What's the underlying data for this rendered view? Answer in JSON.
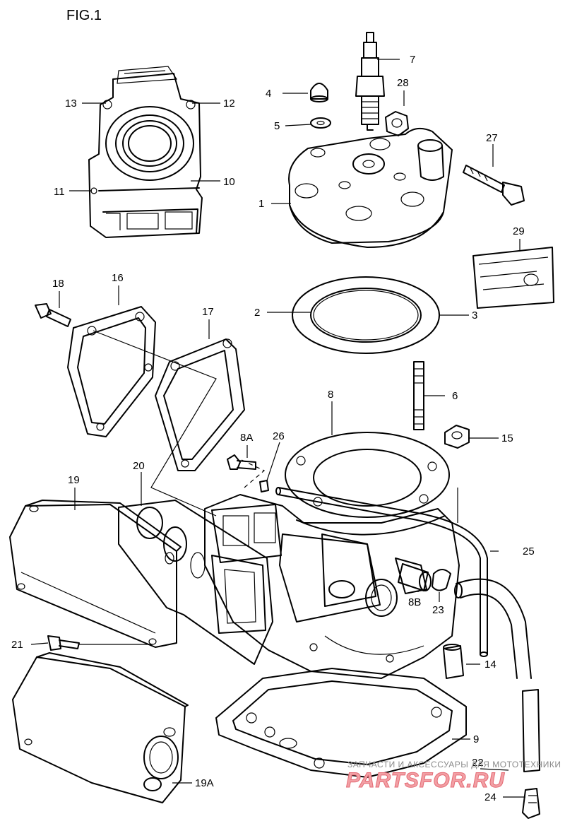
{
  "figure_title": "FIG.1",
  "labels": {
    "p1": "1",
    "p2": "2",
    "p3": "3",
    "p4": "4",
    "p5": "5",
    "p6": "6",
    "p7": "7",
    "p8": "8",
    "p8A": "8A",
    "p8B": "8B",
    "p9": "9",
    "p10": "10",
    "p11": "11",
    "p12": "12",
    "p13": "13",
    "p14": "14",
    "p15": "15",
    "p16": "16",
    "p17": "17",
    "p18": "18",
    "p19": "19",
    "p19A": "19A",
    "p20": "20",
    "p21": "21",
    "p22": "22",
    "p23": "23",
    "p24": "24",
    "p25": "25",
    "p26": "26",
    "p27": "27",
    "p28": "28",
    "p29": "29"
  },
  "watermark": {
    "caption": "ЗАПЧАСТИ И АКСЕССУАРЫ ДЛЯ МОТОТЕХНИКИ",
    "logo": "PARTSFOR.RU"
  }
}
